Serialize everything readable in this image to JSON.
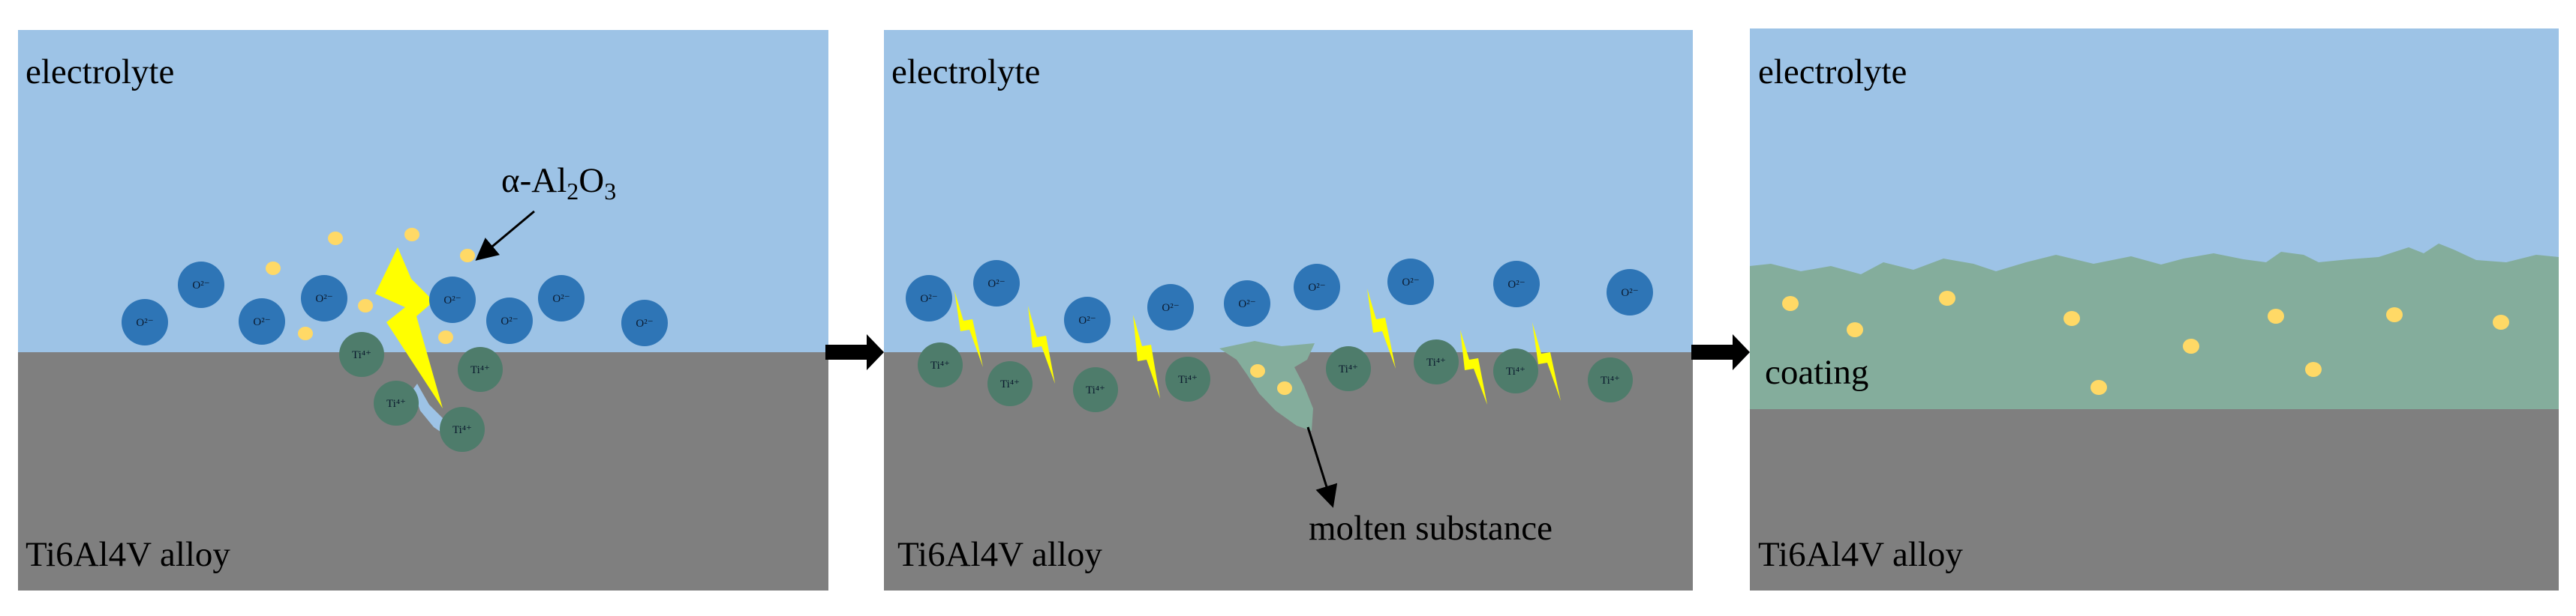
{
  "colors": {
    "electrolyte": "#9dc3e6",
    "alloy": "#7f7f7f",
    "coating": "#84ad9c",
    "oxygen_ion": "#2e75b6",
    "titanium_ion": "#4e7c6b",
    "particle": "#ffd966",
    "spark": "#ffff00",
    "arrow": "#000000"
  },
  "panels": [
    {
      "electrolyte_label": "electrolyte",
      "alloy_label": "Ti6Al4V alloy",
      "annotation": "α-Al2O3",
      "annotation_parts": {
        "prefix": "α-Al",
        "sub1": "2",
        "mid": "O",
        "sub2": "3"
      },
      "oxygen_ion_label": "O²⁻",
      "titanium_ion_label": "Ti⁴⁺"
    },
    {
      "electrolyte_label": "electrolyte",
      "alloy_label": "Ti6Al4V alloy",
      "annotation": "molten substance",
      "oxygen_ion_label": "O²⁻",
      "titanium_ion_label": "Ti⁴⁺"
    },
    {
      "electrolyte_label": "electrolyte",
      "alloy_label": "Ti6Al4V alloy",
      "coating_label": "coating"
    }
  ]
}
